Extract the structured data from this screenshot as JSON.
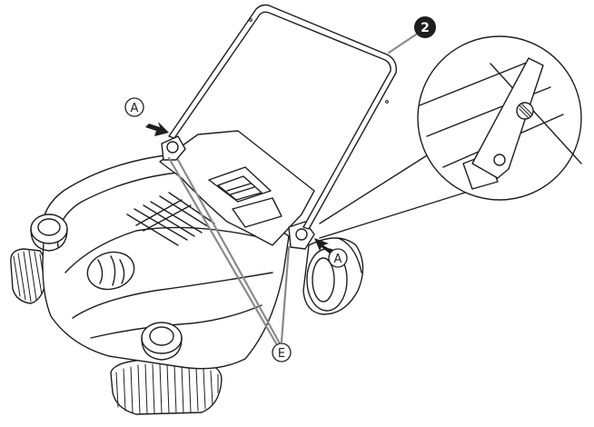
{
  "step": {
    "number": "2"
  },
  "callouts": {
    "a_label": "A",
    "e_label": "E"
  },
  "colors": {
    "line": "#1e1e1e",
    "leader": "#8a8a8a",
    "background": "#ffffff",
    "step_badge": "#1e1e1e"
  },
  "icons": {
    "arrow": "arrow-pointer-icon",
    "bolt": "bolt-icon"
  }
}
